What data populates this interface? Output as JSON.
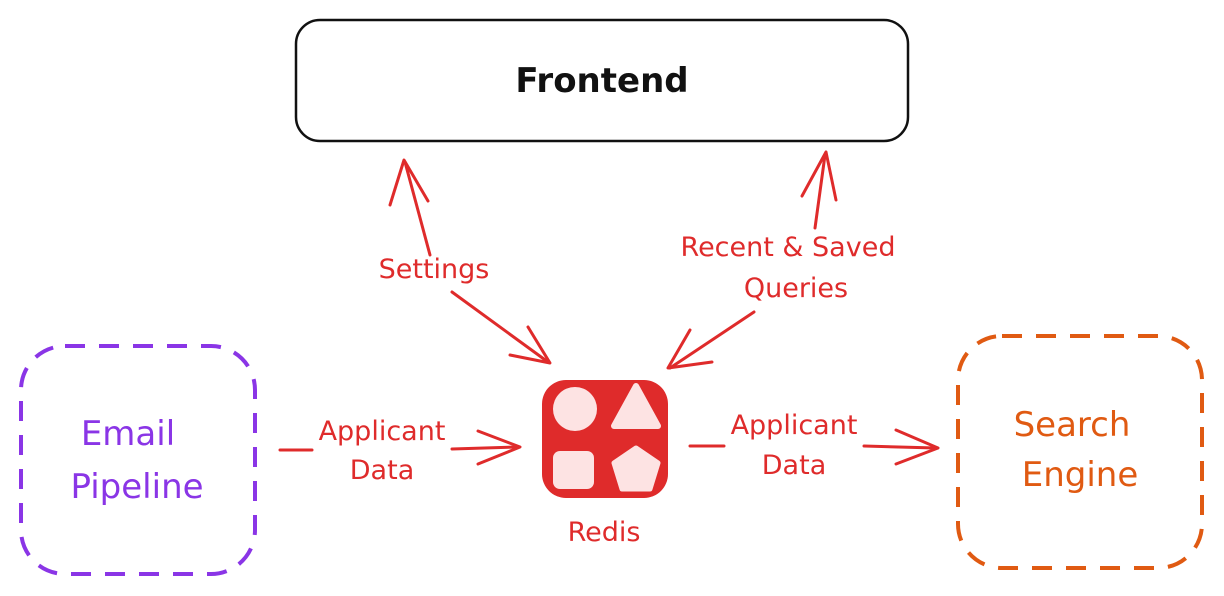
{
  "colors": {
    "red": "#df2b2b",
    "purple": "#8a35e6",
    "orange": "#e05a12",
    "black": "#111111"
  },
  "nodes": {
    "frontend": {
      "label": "Frontend"
    },
    "email": {
      "line1": "Email",
      "line2": "Pipeline"
    },
    "search": {
      "line1": "Search",
      "line2": "Engine"
    },
    "redis": {
      "label": "Redis",
      "icon": "redis-logo-icon"
    }
  },
  "edges": {
    "settings": {
      "label": "Settings"
    },
    "recent": {
      "line1": "Recent & Saved",
      "line2": "Queries"
    },
    "email_to_redis": {
      "line1": "Applicant",
      "line2": "Data"
    },
    "redis_to_search": {
      "line1": "Applicant",
      "line2": "Data"
    }
  }
}
